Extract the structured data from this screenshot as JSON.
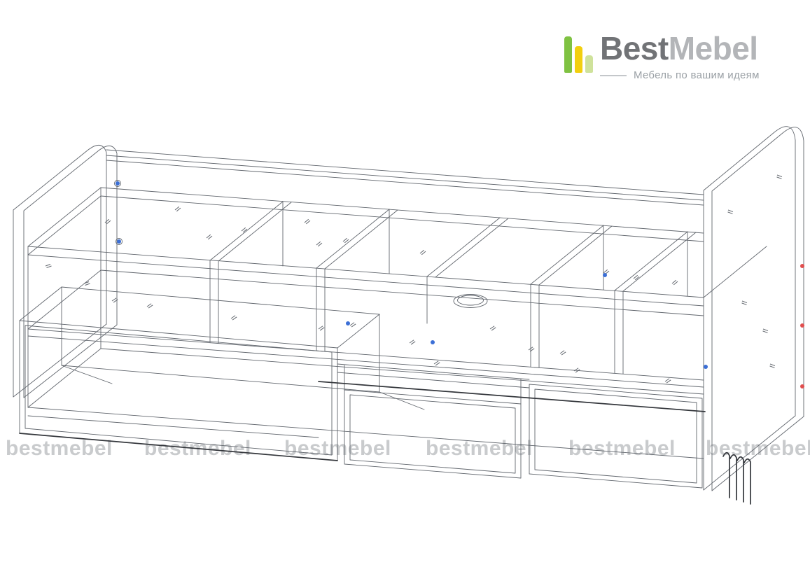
{
  "brand": {
    "name_primary": "Best",
    "name_secondary": "Mebel",
    "tagline": "Мебель по вашим идеям",
    "logo_icon": "bar-chart-logo-icon",
    "colors": {
      "name_primary_text": "#717376",
      "name_secondary_text": "#b3b5b8",
      "tagline_text": "#9aa0a5",
      "bar_left": "#7fc242",
      "bar_middle": "#f2cf0e",
      "bar_right": "#cfe29b"
    }
  },
  "watermark": {
    "text": "bestmebel",
    "color": "#c9cbcd",
    "instances": 6
  },
  "drawing": {
    "description": "Isometric wireframe assembly drawing of a bed base cabinet with side panels and three drawers",
    "line_color": "#61666d",
    "accent_line_color": "#33363b",
    "marker_blue": "#3b6fd6",
    "marker_red": "#e04f4f"
  }
}
